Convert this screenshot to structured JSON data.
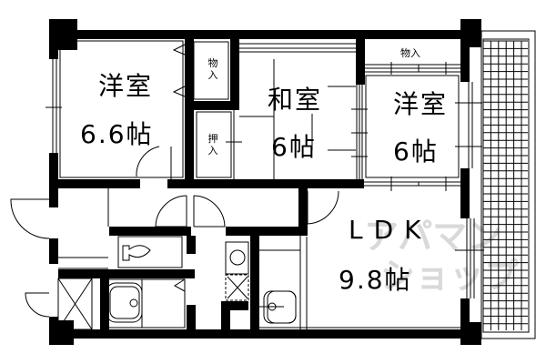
{
  "floorplan": {
    "rooms": {
      "western_room_1": {
        "name": "洋室",
        "size": "6.6帖"
      },
      "japanese_room": {
        "name": "和室",
        "size": "6帖"
      },
      "western_room_2": {
        "name": "洋室",
        "size": "6帖"
      },
      "ldk": {
        "name": "LDK",
        "size": "9.8帖"
      }
    },
    "storage": {
      "closet_1": "物入",
      "closet_2_oshiire": "押入",
      "closet_3": "物入"
    },
    "watermark": {
      "line1": "アパマン",
      "line2": "ショップ"
    },
    "colors": {
      "wall": "#000000",
      "background": "#ffffff",
      "watermark": "#d9d9d9"
    }
  }
}
